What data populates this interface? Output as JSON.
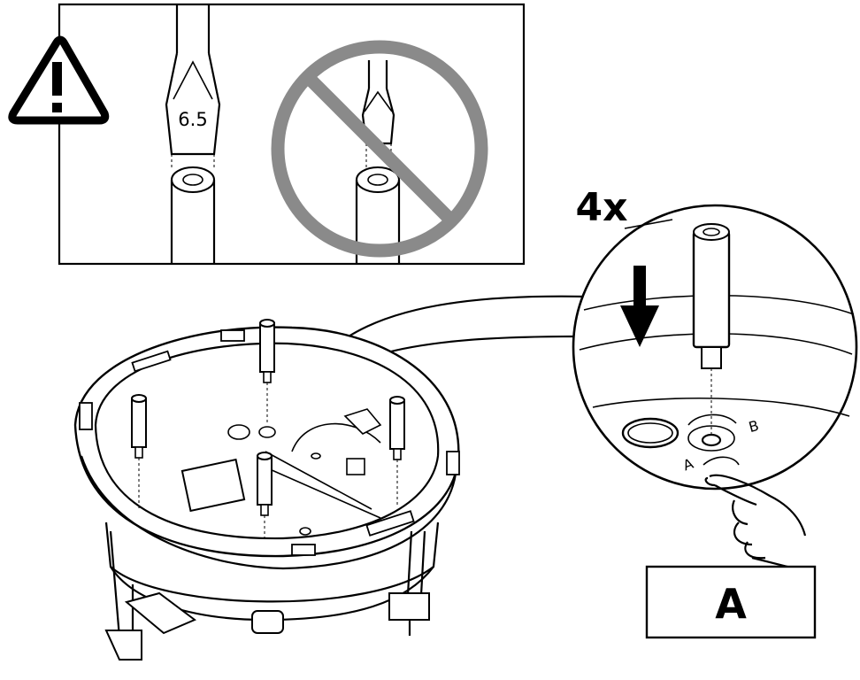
{
  "warning": {
    "icon": "warning-triangle-icon"
  },
  "screwdriver_inset": {
    "correct_size_label": "6.5",
    "prohibited_icon": "prohibition-sign-icon",
    "prohibited_color": "#8a8a8a"
  },
  "step": {
    "count_label": "4x",
    "direction_icon": "down-arrow-icon"
  },
  "detail": {
    "hole_mark_a": "A",
    "hole_mark_b": "B"
  },
  "callout": {
    "label": "A"
  }
}
